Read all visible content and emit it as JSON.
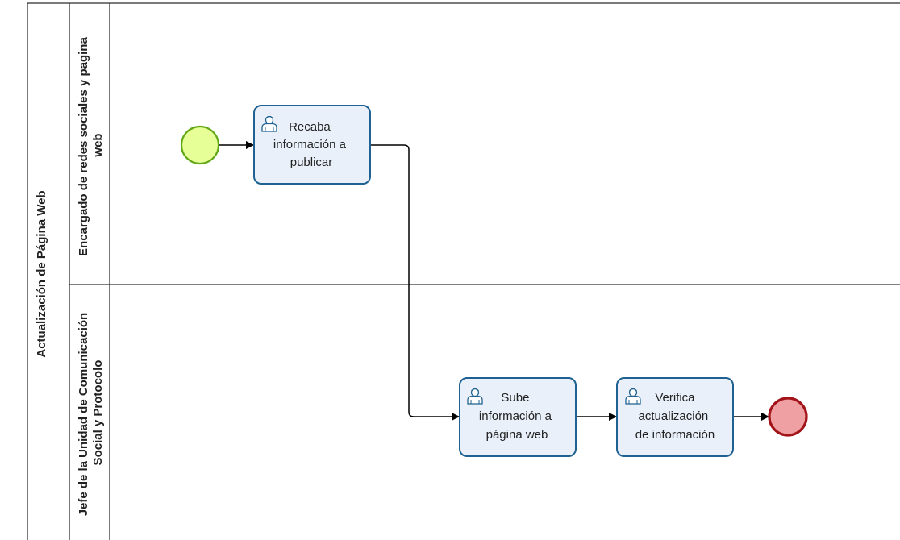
{
  "pool": {
    "title": "Actualización de Página Web"
  },
  "lanes": [
    {
      "label_lines": [
        "Encargado de redes sociales y pagina",
        "web"
      ]
    },
    {
      "label_lines": [
        "Jefe de la Unidad de Comunicación",
        "Social y Protocolo"
      ]
    }
  ],
  "tasks": [
    {
      "type": "user-task",
      "lines": [
        "Recaba",
        "información a",
        "publicar"
      ]
    },
    {
      "type": "user-task",
      "lines": [
        "Sube",
        "información a",
        "página web"
      ]
    },
    {
      "type": "user-task",
      "lines": [
        "Verifica",
        "actualización",
        "de información"
      ]
    }
  ],
  "events": {
    "start": {
      "type": "start-event",
      "fill": "#e6ff97",
      "stroke": "#62a716"
    },
    "end": {
      "type": "end-event",
      "fill": "#eea0a3",
      "stroke": "#a2141a"
    }
  },
  "colors": {
    "task_fill": "#eaf0fa",
    "task_stroke": "#1f6291",
    "lane_border": "#333333",
    "flow": "#000000"
  }
}
